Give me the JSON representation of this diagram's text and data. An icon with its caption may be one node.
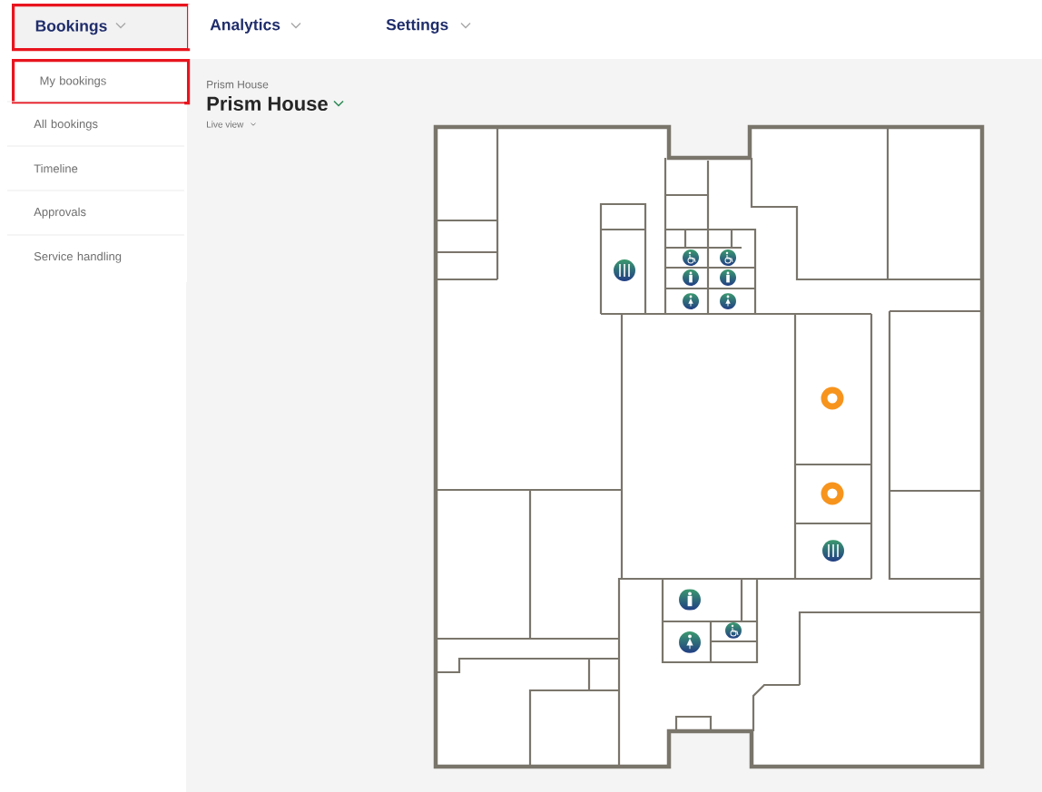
{
  "diagram": {
    "nodes": [
      {
        "text": [
          "Bookings"
        ]
      },
      {
        "text": [
          "Analytics"
        ]
      },
      {
        "text": [
          "Settings"
        ]
      },
      {
        "text": [
          "My bookings"
        ]
      },
      {
        "text": [
          "All bookings"
        ]
      },
      {
        "text": [
          "Timeline"
        ]
      },
      {
        "text": [
          "Approvals"
        ]
      },
      {
        "text": [
          "Service handling"
        ]
      }
    ],
    "labels": [
      "Prism House",
      "Prism House",
      "Live view"
    ]
  }
}
